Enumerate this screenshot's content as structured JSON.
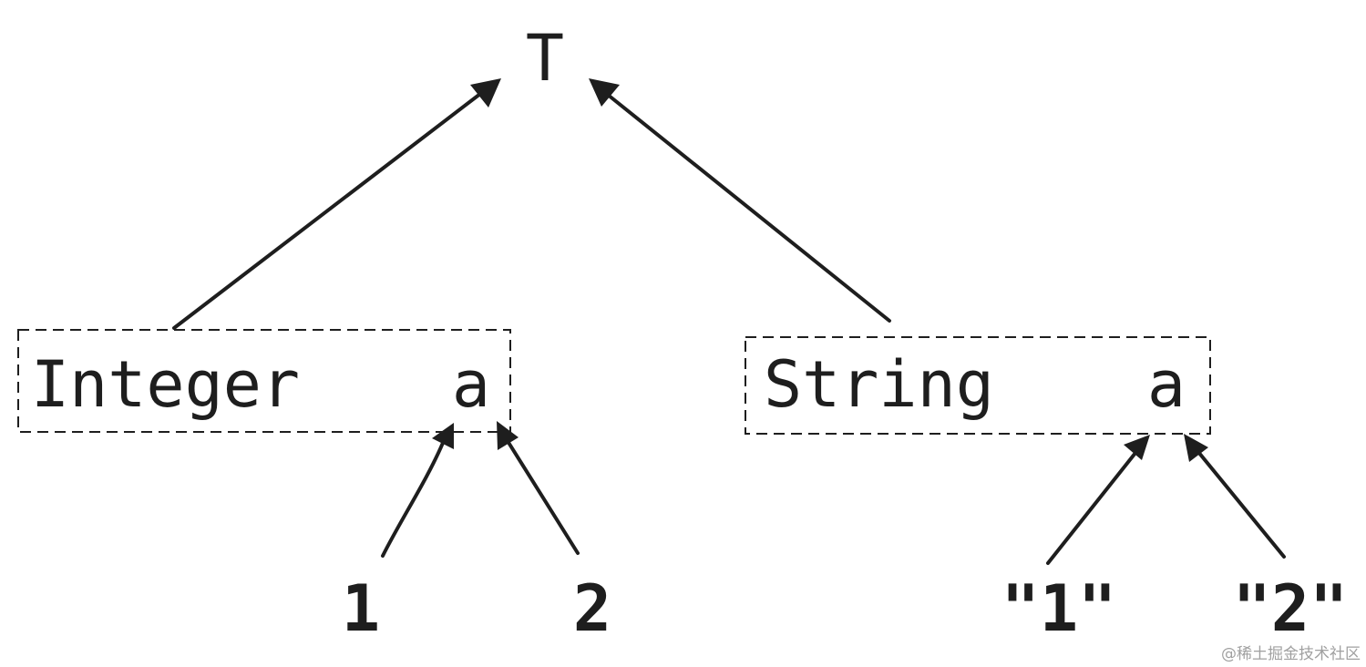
{
  "root": {
    "label": "T"
  },
  "left_box": {
    "type_label": "Integer",
    "var_label": "a"
  },
  "right_box": {
    "type_label": "String",
    "var_label": "a"
  },
  "leaves": {
    "left_1": "1",
    "left_2": "2",
    "right_1": "\"1\"",
    "right_2": "\"2\""
  },
  "watermark": "@稀土掘金技术社区",
  "colors": {
    "ink": "#1e1e1e",
    "background": "#ffffff",
    "watermark": "#a0a0a0"
  }
}
